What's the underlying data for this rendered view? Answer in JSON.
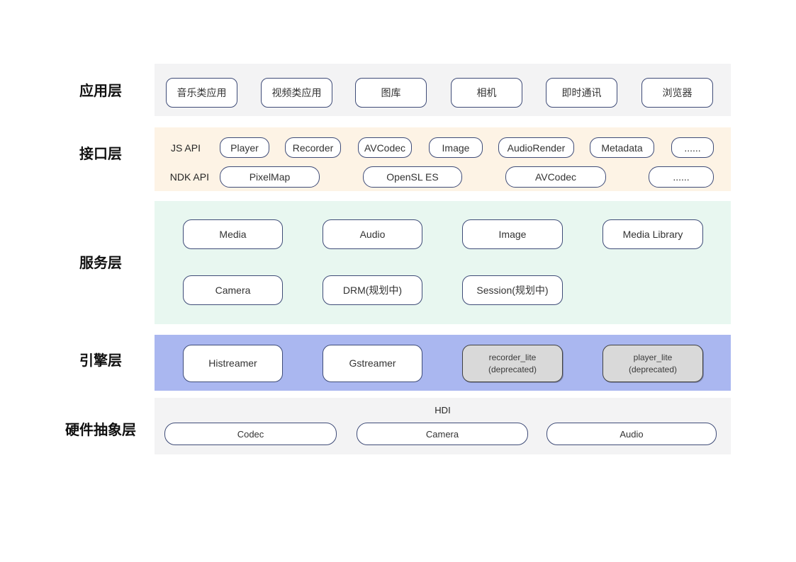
{
  "colors": {
    "application_band": "#f3f3f4",
    "interface_band": "#fdf3e5",
    "service_band": "#e8f7f0",
    "engine_band": "#aab7f0",
    "hal_band": "#f3f3f4",
    "node_border": "#3e4b77",
    "deprecated_fill": "#d9d9d9"
  },
  "layers": {
    "application": {
      "label": "应用层",
      "boxes": [
        "音乐类应用",
        "视频类应用",
        "图库",
        "相机",
        "即时通讯",
        "浏览器"
      ]
    },
    "interface": {
      "label": "接口层",
      "js_row": {
        "label": "JS API",
        "boxes": [
          "Player",
          "Recorder",
          "AVCodec",
          "Image",
          "AudioRender",
          "Metadata",
          "......"
        ]
      },
      "ndk_row": {
        "label": "NDK API",
        "boxes": [
          "PixelMap",
          "OpenSL ES",
          "AVCodec",
          "......"
        ]
      }
    },
    "service": {
      "label": "服务层",
      "boxes": [
        "Media",
        "Audio",
        "Image",
        "Media Library",
        "Camera",
        "DRM(规划中)",
        "Session(规划中)"
      ]
    },
    "engine": {
      "label": "引擎层",
      "boxes": [
        {
          "title": "Histreamer",
          "subtitle": ""
        },
        {
          "title": "Gstreamer",
          "subtitle": ""
        },
        {
          "title": "recorder_lite",
          "subtitle": "(deprecated)"
        },
        {
          "title": "player_lite",
          "subtitle": "(deprecated)"
        }
      ]
    },
    "hal": {
      "label": "硬件抽象层",
      "hdi_label": "HDI",
      "boxes": [
        "Codec",
        "Camera",
        "Audio"
      ]
    }
  }
}
